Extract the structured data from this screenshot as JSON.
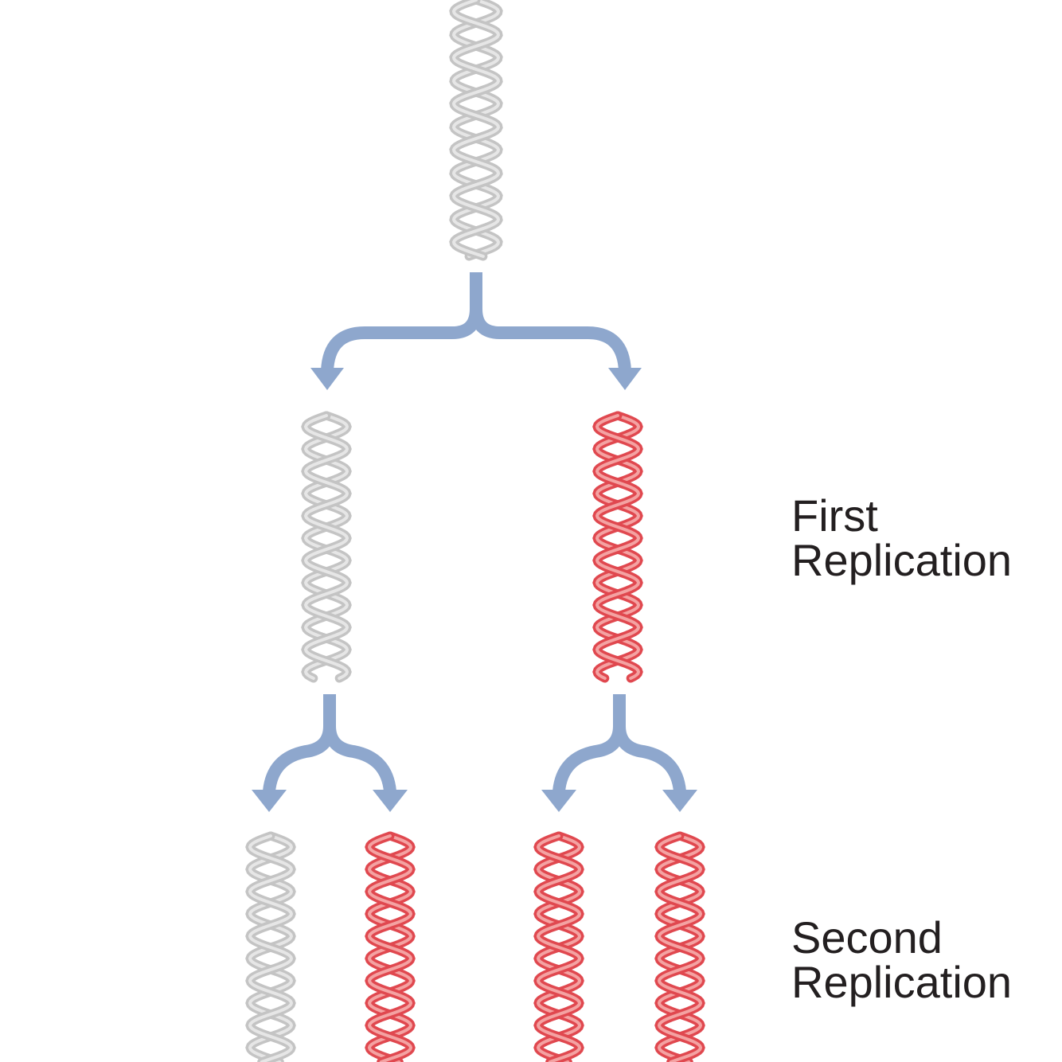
{
  "stages": {
    "first": {
      "line1": "First",
      "line2": "Replication"
    },
    "second": {
      "line1": "Second",
      "line2": "Replication"
    }
  },
  "colors": {
    "parental_strand": "#c4c4c4",
    "parental_strand_light": "#e6e6e6",
    "new_strand": "#e0484f",
    "new_strand_light": "#f4a2a2",
    "arrow": "#8ea7cd",
    "text": "#231f20"
  },
  "helices": [
    {
      "name": "parent-helix",
      "generation": 0,
      "strands": [
        "parental",
        "parental"
      ]
    },
    {
      "name": "gen1-helix-1",
      "generation": 1,
      "strands": [
        "parental",
        "parental"
      ]
    },
    {
      "name": "gen1-helix-2",
      "generation": 1,
      "strands": [
        "new",
        "new"
      ]
    },
    {
      "name": "gen2-helix-1",
      "generation": 2,
      "strands": [
        "parental",
        "parental"
      ]
    },
    {
      "name": "gen2-helix-2",
      "generation": 2,
      "strands": [
        "new",
        "new"
      ]
    },
    {
      "name": "gen2-helix-3",
      "generation": 2,
      "strands": [
        "new",
        "new"
      ]
    },
    {
      "name": "gen2-helix-4",
      "generation": 2,
      "strands": [
        "new",
        "new"
      ]
    }
  ]
}
